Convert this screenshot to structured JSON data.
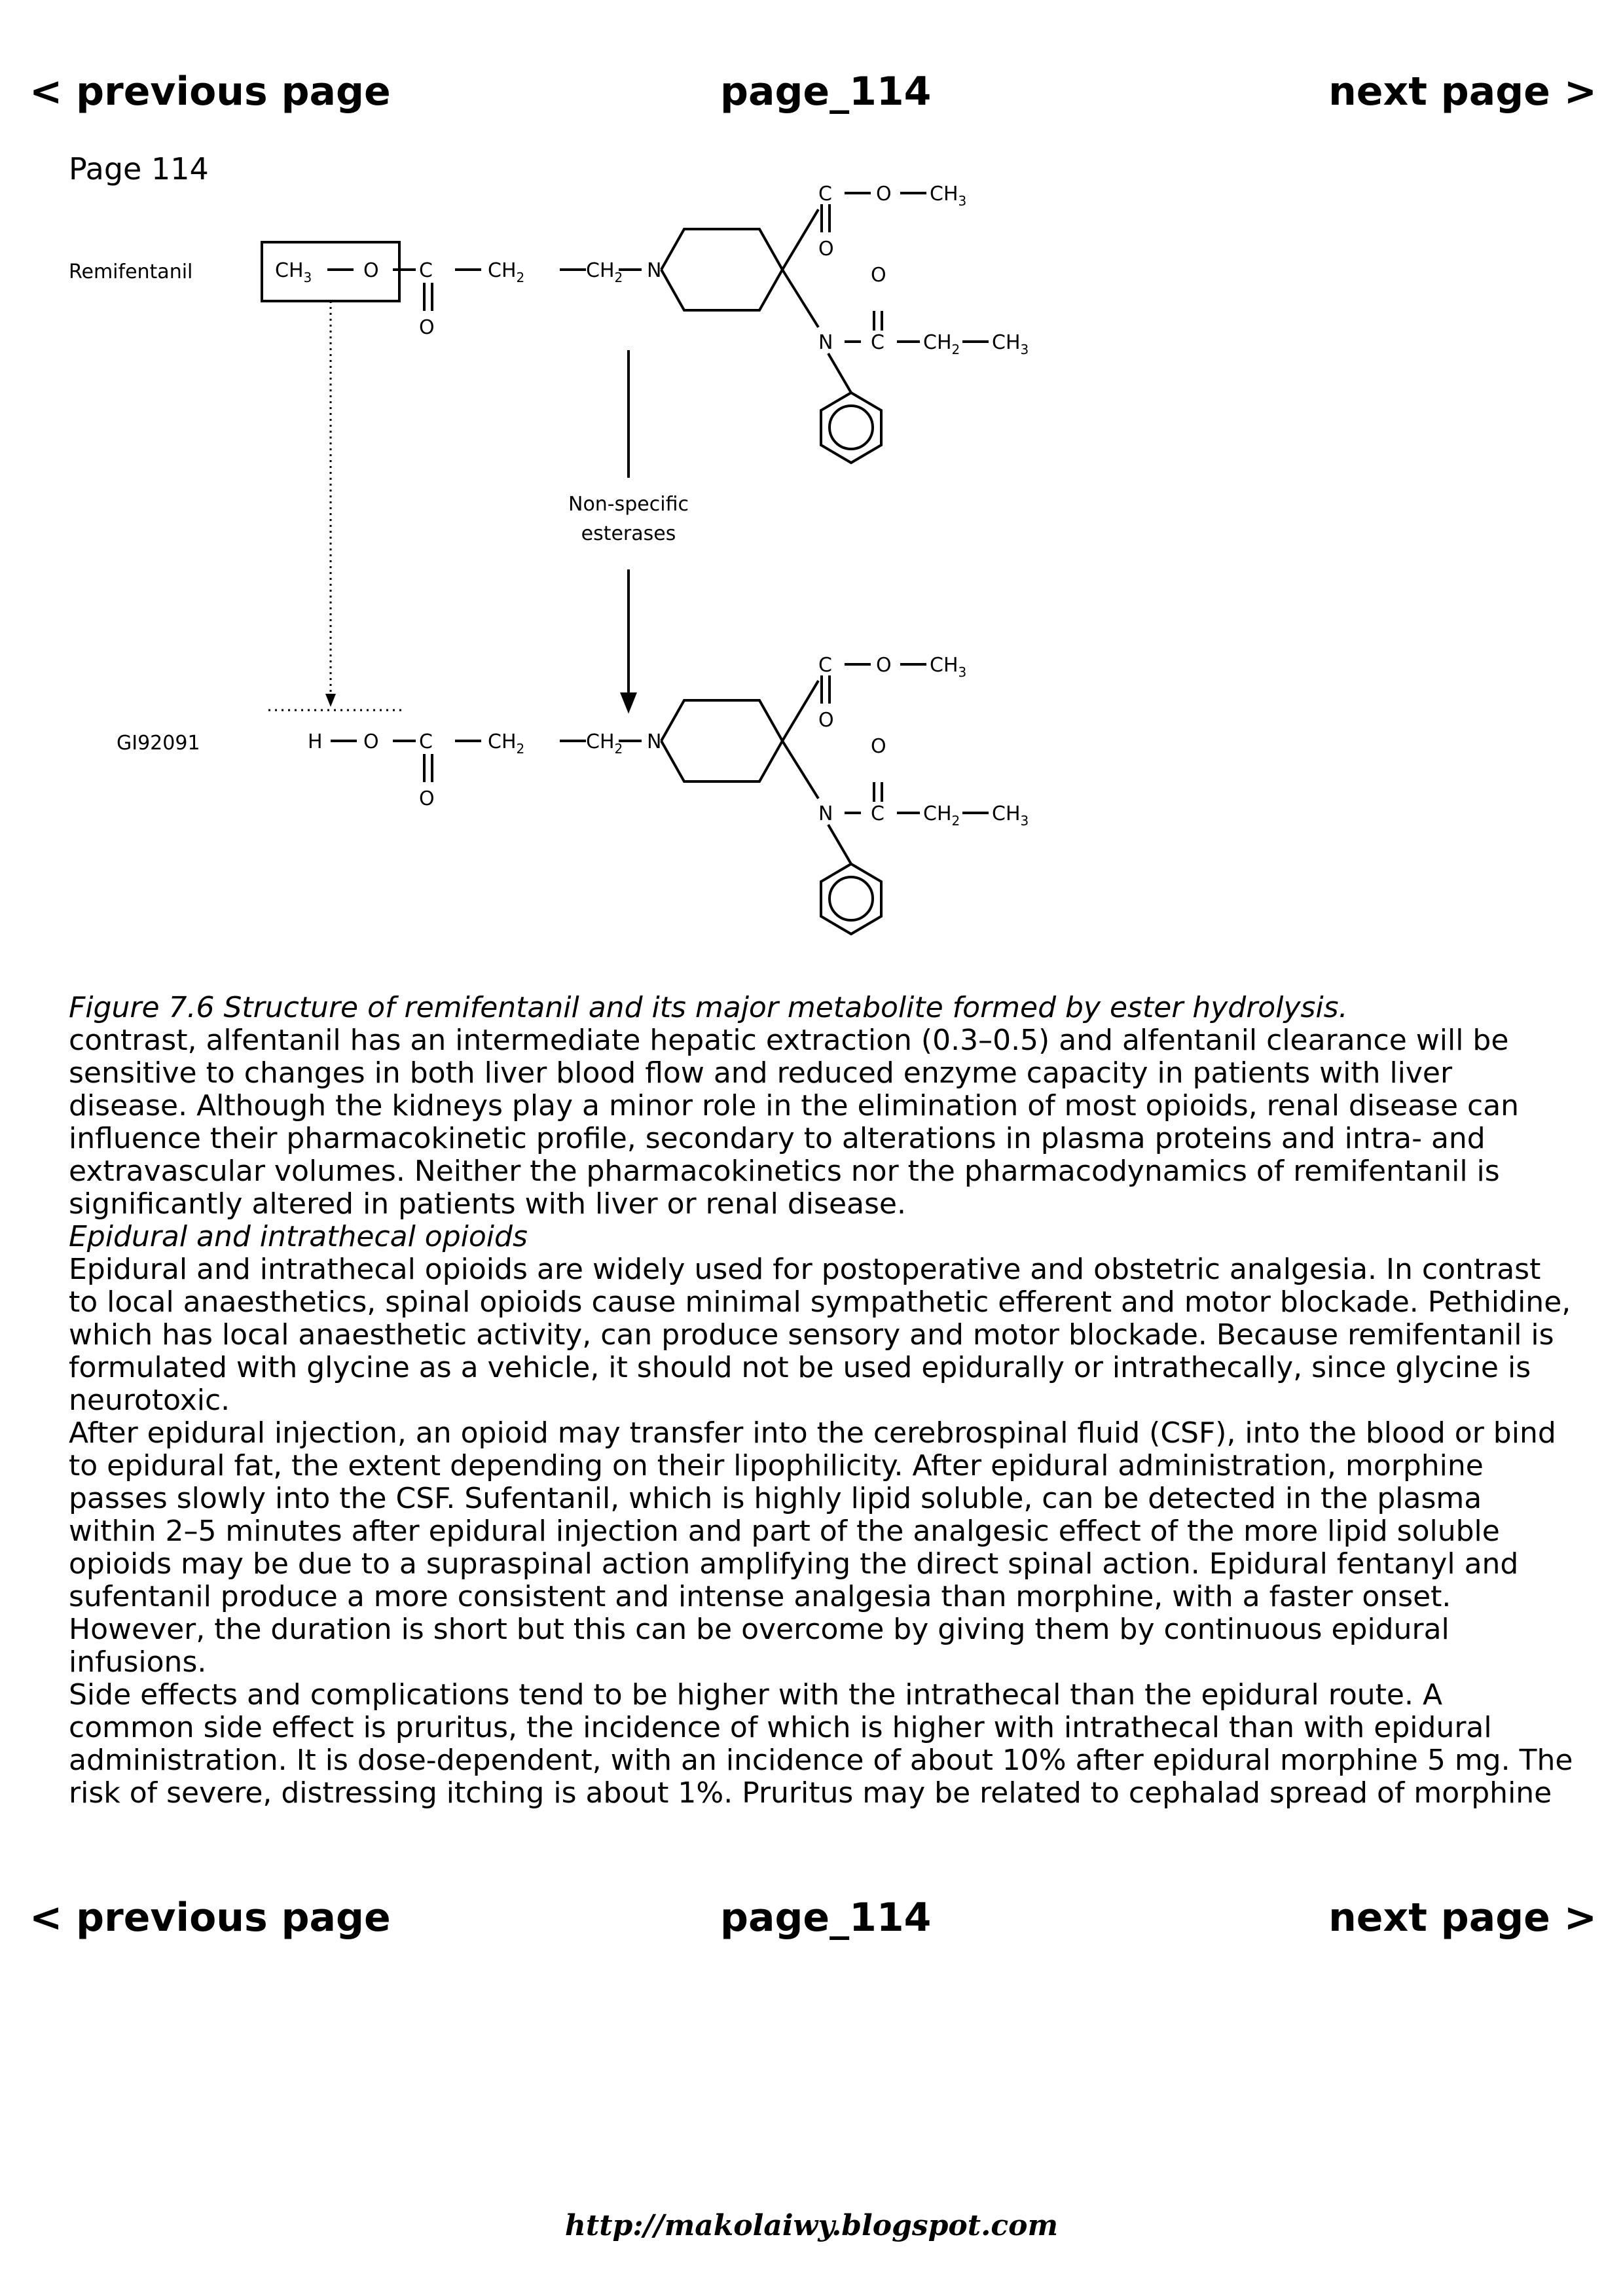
{
  "nav": {
    "prev": "< previous page",
    "page": "page_114",
    "next": "next page >"
  },
  "page_label": "Page 114",
  "figure": {
    "remifentanil_label": "Remifentanil",
    "metabolite_label": "GI92091",
    "enzyme_line1": "Non-specific",
    "enzyme_line2": "esterases",
    "caption": "Figure 7.6 Structure of remifentanil and its major metabolite formed by ester hydrolysis."
  },
  "paragraphs": [
    {
      "style": "normal",
      "text": "contrast, alfentanil has an intermediate hepatic extraction (0.3–0.5) and alfentanil clearance will be sensitive to changes in both liver blood flow and reduced enzyme capacity in patients with liver disease. Although the kidneys play a minor role in the elimination of most opioids, renal disease can influence their pharmacokinetic profile, secondary to alterations in plasma proteins and intra- and extravascular volumes. Neither the pharmacokinetics nor the pharmacodynamics of remifentanil is significantly altered in patients with liver or renal disease."
    },
    {
      "style": "italic",
      "text": "Epidural and intrathecal opioids"
    },
    {
      "style": "normal",
      "text": "Epidural and intrathecal opioids are widely used for postoperative and obstetric analgesia. In contrast to local anaesthetics, spinal opioids cause minimal sympathetic efferent and motor blockade. Pethidine, which has local anaesthetic activity, can produce sensory and motor blockade. Because remifentanil is formulated with glycine as a vehicle, it should not be used epidurally or intrathecally, since glycine is neurotoxic."
    },
    {
      "style": "normal",
      "text": "After epidural injection, an opioid may transfer into the cerebrospinal fluid (CSF), into the blood or bind to epidural fat, the extent depending on their lipophilicity. After epidural administration, morphine passes slowly into the CSF. Sufentanil, which is highly lipid soluble, can be detected in the plasma within 2–5 minutes after epidural injection and part of the analgesic effect of the more lipid soluble opioids may be due to a supraspinal action amplifying the direct spinal action. Epidural fentanyl and sufentanil produce a more consistent and intense analgesia than morphine, with a faster onset. However, the duration is short but this can be overcome by giving them by continuous epidural infusions."
    },
    {
      "style": "normal",
      "text": "Side effects and complications tend to be higher with the intrathecal than the epidural route. A common side effect is pruritus, the incidence of which is higher with intrathecal than with epidural administration. It is dose-dependent, with an incidence of about 10% after epidural morphine 5 mg. The risk of severe, distressing itching is about 1%. Pruritus may be related to cephalad spread of morphine"
    }
  ],
  "footer": "http://makolaiwy.blogspot.com"
}
